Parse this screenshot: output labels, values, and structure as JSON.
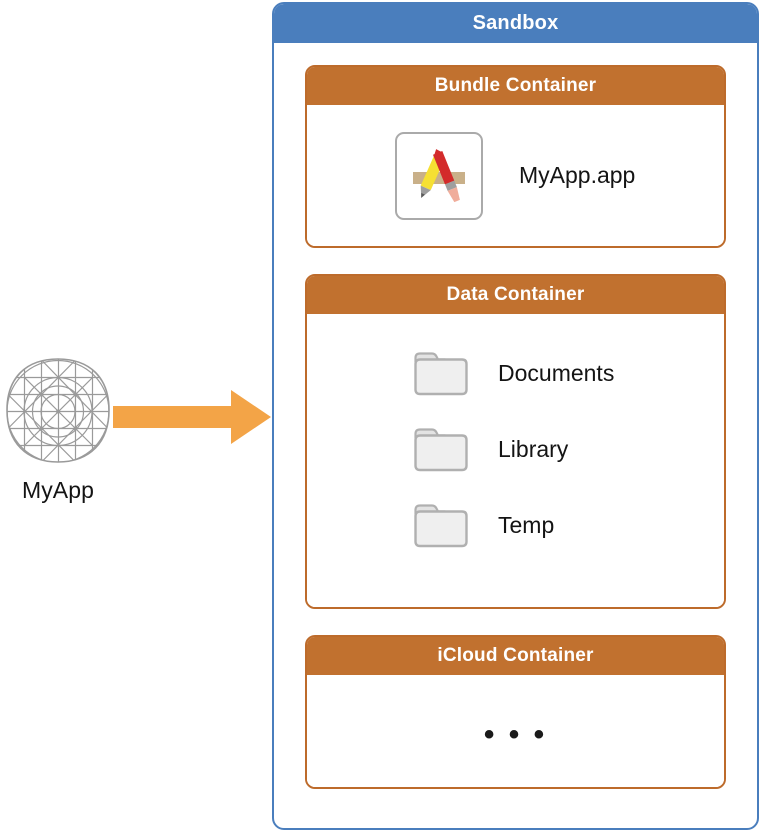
{
  "diagram": {
    "title": "Sandbox",
    "app": {
      "label": "MyApp",
      "icon": "app-icon-grid-template-icon",
      "arrow_icon": "right-arrow-icon",
      "arrow_color": "#F3A447"
    },
    "sandbox": {
      "title": "Sandbox",
      "accent_color": "#4A7EBD",
      "containers": [
        {
          "title": "Bundle Container",
          "accent_color": "#C1712F",
          "items": [
            {
              "label": "MyApp.app",
              "icon": "xcode-app-bundle-icon"
            }
          ]
        },
        {
          "title": "Data Container",
          "accent_color": "#C1712F",
          "items": [
            {
              "label": "Documents",
              "icon": "folder-icon"
            },
            {
              "label": "Library",
              "icon": "folder-icon"
            },
            {
              "label": "Temp",
              "icon": "folder-icon"
            }
          ]
        },
        {
          "title": "iCloud Container",
          "accent_color": "#C1712F",
          "ellipsis": "• • •",
          "items": []
        }
      ]
    }
  }
}
